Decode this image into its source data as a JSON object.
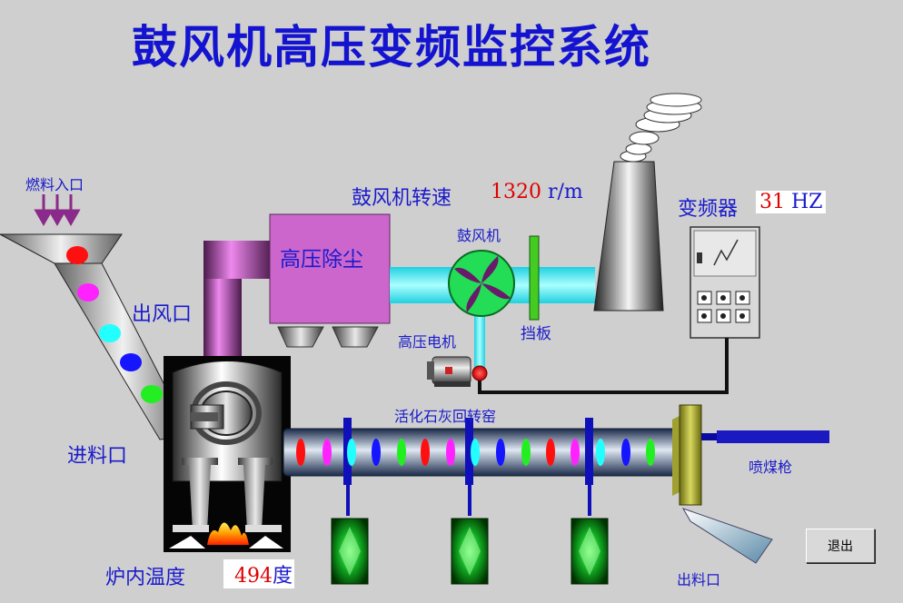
{
  "title": "鼓风机高压变频监控系统",
  "labels": {
    "fuel_inlet": "燃料入口",
    "air_outlet": "出风口",
    "feed_inlet": "进料口",
    "furnace_temp": "炉内温度",
    "dust_collector": "高压除尘",
    "blower_speed": "鼓风机转速",
    "blower": "鼓风机",
    "baffle": "挡板",
    "hv_motor": "高压电机",
    "inverter": "变频器",
    "kiln": "活化石灰回转窑",
    "coal_gun": "喷煤枪",
    "discharge": "出料口"
  },
  "readings": {
    "blower_speed": "1320",
    "blower_speed_unit": "r/m",
    "frequency": "31",
    "frequency_unit": "HZ",
    "furnace_temp": "494",
    "temp_unit": "度"
  },
  "buttons": {
    "exit": "退出"
  },
  "colors": {
    "title": "#1414d0",
    "label": "#1a1acc",
    "value": "#e00000",
    "duct": "#33ffff",
    "dust_collector": "#cc66cc",
    "blower_fan": "#22dd55",
    "baffle": "#44cc22"
  }
}
